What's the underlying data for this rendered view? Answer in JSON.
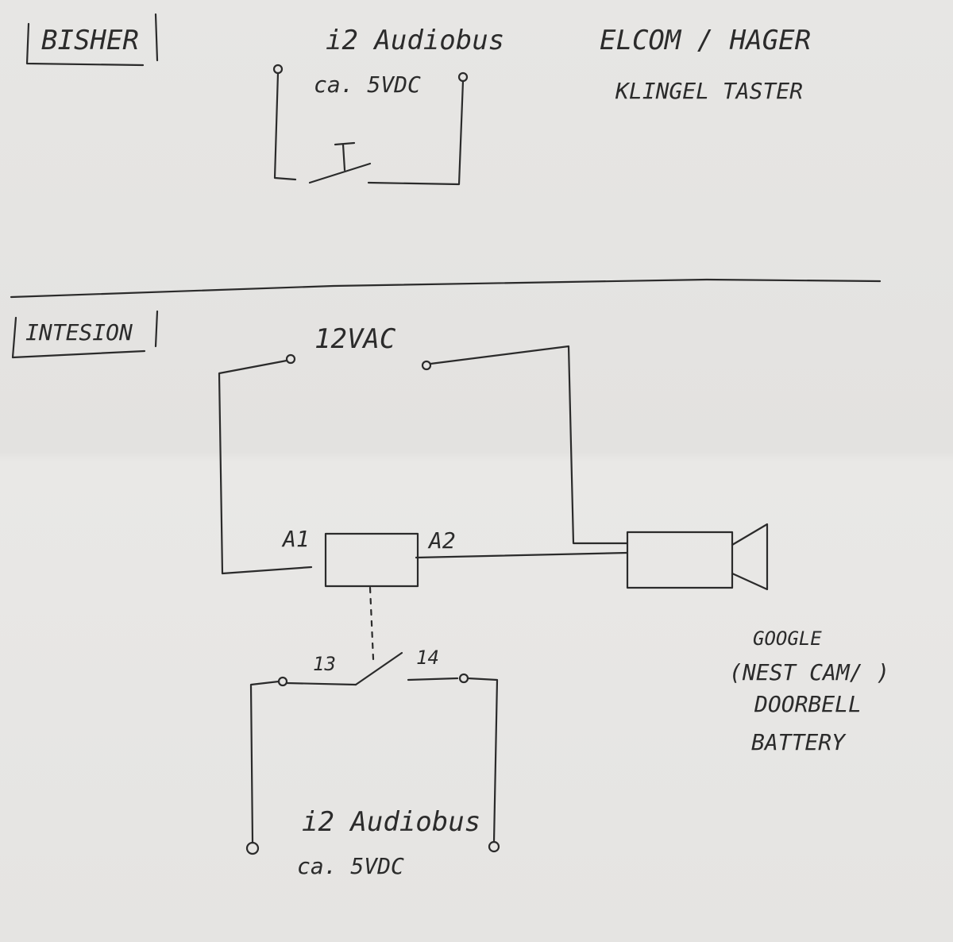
{
  "sections": {
    "before": {
      "label": "BISHER"
    },
    "intention": {
      "label": "INTESION"
    }
  },
  "top": {
    "bus_name": "i2 Audiobus",
    "bus_voltage": "ca. 5VDC",
    "device_line1": "ELCOM / HAGER",
    "device_line2": "KLINGEL TASTER",
    "button_symbol": "T"
  },
  "bottom": {
    "supply": "12VAC",
    "relay_coil_a1": "A1",
    "relay_coil_a2": "A2",
    "contact_13": "13",
    "contact_14": "14",
    "bus_name": "i2 Audiobus",
    "bus_voltage": "ca. 5VDC",
    "device_line1": "GOOGLE",
    "device_line2": "(NEST CAM/ )",
    "device_line3": "DOORBELL",
    "device_line4": "BATTERY"
  }
}
